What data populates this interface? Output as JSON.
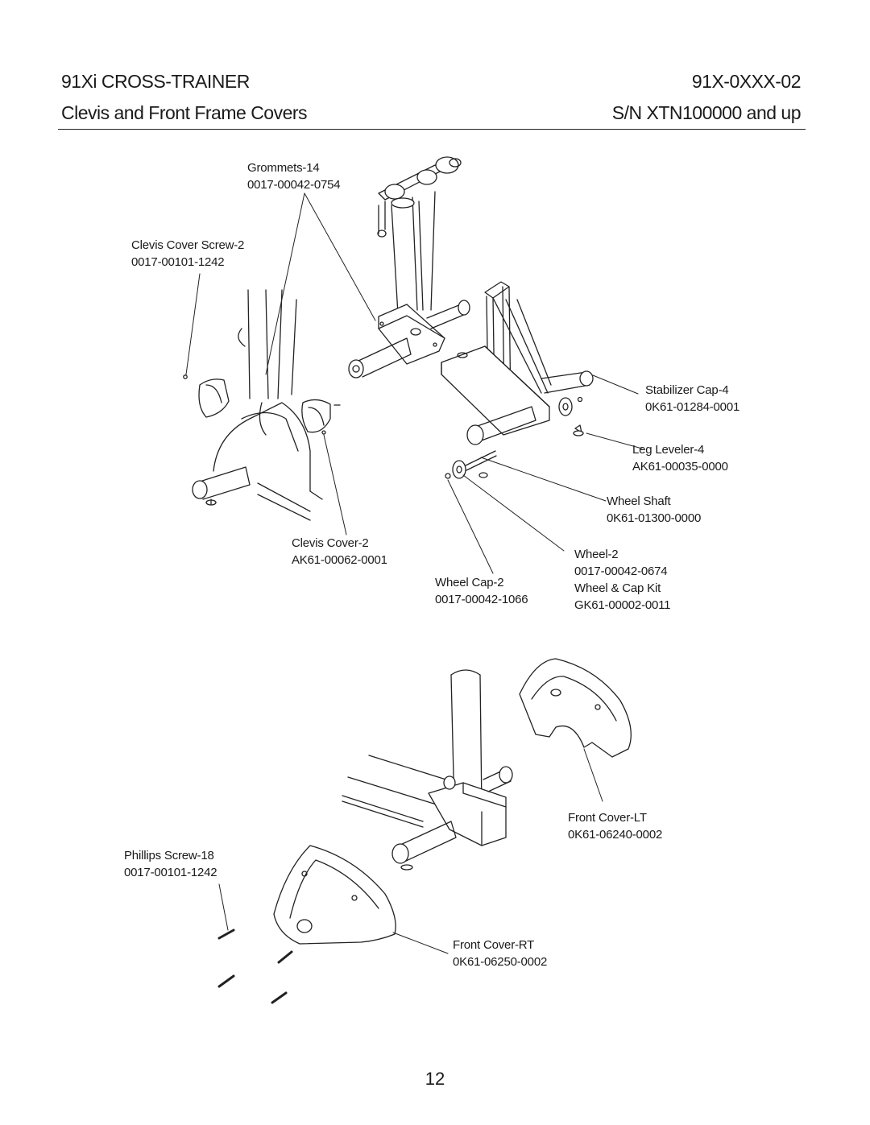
{
  "header": {
    "model": "91Xi CROSS-TRAINER",
    "doc_number": "91X-0XXX-02",
    "section_title": "Clevis and Front Frame Covers",
    "serial": "S/N XTN100000 and up"
  },
  "callouts": {
    "grommets": {
      "name": "Grommets-14",
      "part": "0017-00042-0754"
    },
    "clevis_cover_screw": {
      "name": "Clevis Cover Screw-2",
      "part": "0017-00101-1242"
    },
    "stabilizer_cap": {
      "name": "Stabilizer Cap-4",
      "part": "0K61-01284-0001"
    },
    "leg_leveler": {
      "name": "Leg Leveler-4",
      "part": "AK61-00035-0000"
    },
    "wheel_shaft": {
      "name": "Wheel Shaft",
      "part": "0K61-01300-0000"
    },
    "clevis_cover": {
      "name": "Clevis Cover-2",
      "part": "AK61-00062-0001"
    },
    "wheel_cap": {
      "name": "Wheel Cap-2",
      "part": "0017-00042-1066"
    },
    "wheel": {
      "name": "Wheel-2",
      "part": "0017-00042-0674",
      "kit_name": "Wheel & Cap Kit",
      "kit_part": "GK61-00002-0011"
    },
    "front_cover_lt": {
      "name": "Front Cover-LT",
      "part": "0K61-06240-0002"
    },
    "phillips_screw": {
      "name": "Phillips Screw-18",
      "part": "0017-00101-1242"
    },
    "front_cover_rt": {
      "name": "Front Cover-RT",
      "part": "0K61-06250-0002"
    }
  },
  "page_number": "12"
}
